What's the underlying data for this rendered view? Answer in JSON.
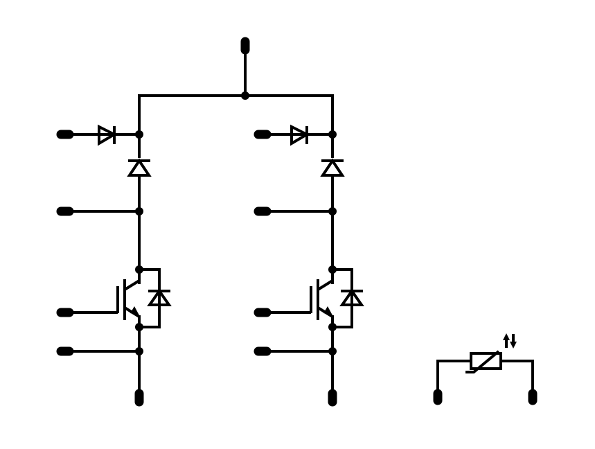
{
  "diagram": {
    "type": "circuit-schematic",
    "background_color": "#ffffff",
    "line_color": "#000000",
    "components": {
      "left_branch": [
        "series-diode",
        "upper-diode",
        "igbt",
        "freewheel-diode"
      ],
      "right_branch": [
        "series-diode",
        "upper-diode",
        "igbt",
        "freewheel-diode"
      ],
      "standalone": [
        "ntc-thermistor"
      ]
    },
    "terminals": {
      "top": 1,
      "left_branch_side": 4,
      "right_branch_side": 4,
      "bottom_branch": 2,
      "thermistor": 2
    },
    "icons": [
      "diode-icon",
      "igbt-icon",
      "thermistor-icon",
      "terminal-pin-icon",
      "junction-dot-icon"
    ]
  }
}
